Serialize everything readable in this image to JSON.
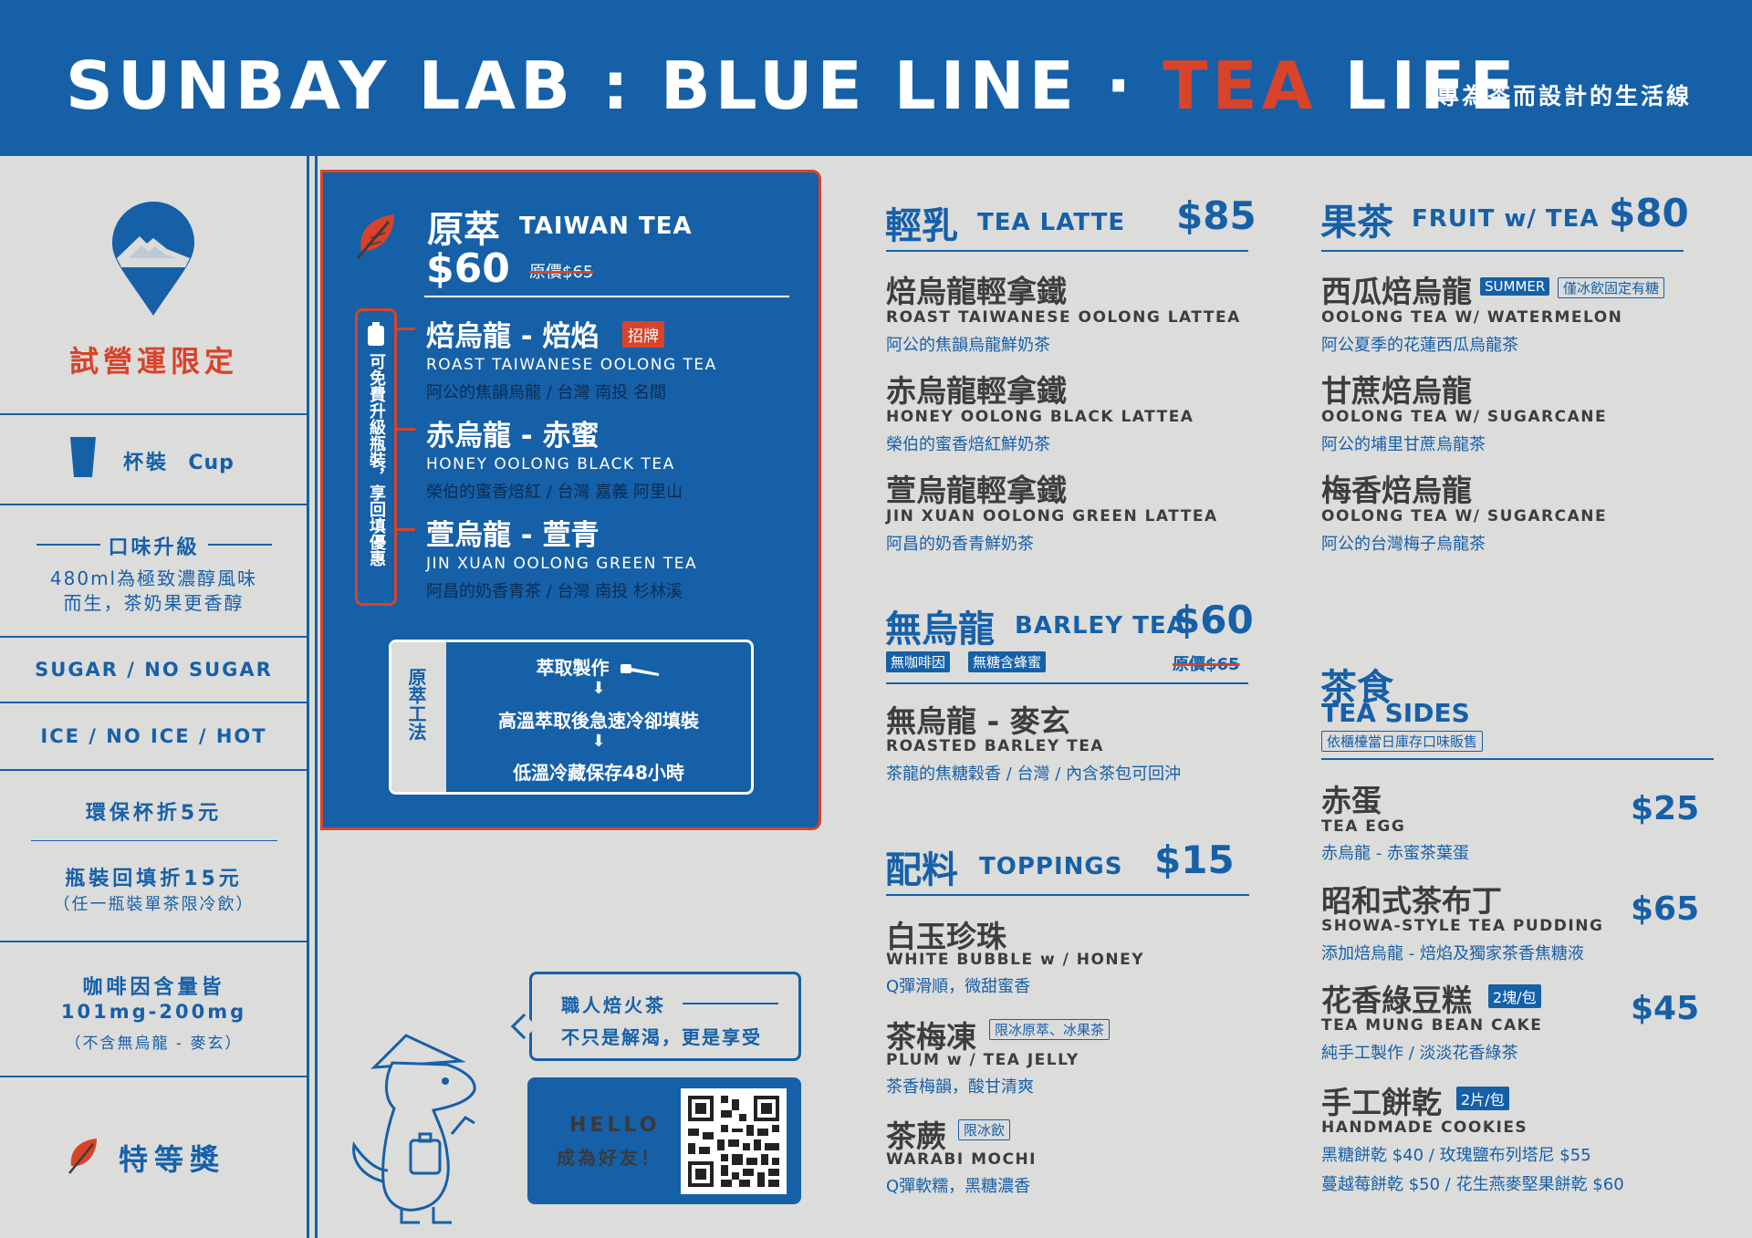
{
  "header": {
    "title_a": "SUNBAY LAB : BLUE LINE · ",
    "title_accent": "TEA",
    "title_b": " LIFE",
    "tagline": "專為茶而設計的生活線"
  },
  "sidebar": {
    "limited": "試營運限定",
    "cup_label": "杯裝",
    "cup_en": "Cup",
    "upgrade_title": "口味升級",
    "upgrade_desc1": "480ml為極致濃醇風味",
    "upgrade_desc2": "而生，茶奶果更香醇",
    "sugar": "SUGAR / NO SUGAR",
    "ice": "ICE / NO ICE / HOT",
    "eco_cup": "環保杯折5元",
    "bottle_refill": "瓶裝回填折15元",
    "bottle_note": "（任一瓶裝單茶限冷飲）",
    "caffeine_title": "咖啡因含量皆",
    "caffeine_value": "101mg-200mg",
    "caffeine_note": "（不含無烏龍 - 麥玄）",
    "award": "特等獎"
  },
  "taiwan_tea": {
    "title_zh": "原萃",
    "title_en": "TAIWAN TEA",
    "price": "$60",
    "orig_price": "原價$65",
    "bottle_note": "可免費升級瓶裝，享回填優惠",
    "badge": "招牌",
    "items": [
      {
        "zh": "焙烏龍 - 焙焰",
        "en": "ROAST TAIWANESE OOLONG TEA",
        "desc": "阿公的焦韻烏龍 / 台灣 南投 名間"
      },
      {
        "zh": "赤烏龍 - 赤蜜",
        "en": "HONEY OOLONG BLACK TEA",
        "desc": "榮伯的蜜香焙紅 / 台灣 嘉義 阿里山"
      },
      {
        "zh": "萱烏龍 - 萱青",
        "en": "JIN XUAN OOLONG GREEN TEA",
        "desc": "阿昌的奶香青茶 / 台灣 南投 杉林溪"
      }
    ],
    "method_label": "原萃工法",
    "method_step1": "萃取製作",
    "method_step2": "高溫萃取後急速冷卻填裝",
    "method_step3": "低溫冷藏保存48小時",
    "arrow": "⬇"
  },
  "mascot": {
    "bubble1": "職人焙火茶",
    "bubble2": "不只是解渴，更是享受",
    "hello": "HELLO",
    "friend": "成為好友！"
  },
  "tea_latte": {
    "title_zh": "輕乳",
    "title_en": "TEA LATTE",
    "price": "$85",
    "items": [
      {
        "zh": "焙烏龍輕拿鐵",
        "en": "ROAST TAIWANESE OOLONG LATTEA",
        "desc": "阿公的焦韻烏龍鮮奶茶"
      },
      {
        "zh": "赤烏龍輕拿鐵",
        "en": "HONEY OOLONG BLACK LATTEA",
        "desc": "榮伯的蜜香焙紅鮮奶茶"
      },
      {
        "zh": "萱烏龍輕拿鐵",
        "en": "JIN XUAN OOLONG GREEN LATTEA",
        "desc": "阿昌的奶香青鮮奶茶"
      }
    ]
  },
  "barley": {
    "title_zh": "無烏龍",
    "title_en": "BARLEY TEA",
    "price": "$60",
    "tag1": "無咖啡因",
    "tag2": "無糖含蜂蜜",
    "orig_price": "原價$65",
    "item_zh": "無烏龍 - 麥玄",
    "item_en": "ROASTED BARLEY TEA",
    "item_desc": "茶龍的焦糖穀香 / 台灣 / 內含茶包可回沖"
  },
  "toppings": {
    "title_zh": "配料",
    "title_en": "TOPPINGS",
    "price": "$15",
    "items": [
      {
        "zh": "白玉珍珠",
        "tag": "",
        "en": "WHITE BUBBLE w / HONEY",
        "desc": "Q彈滑順，微甜蜜香"
      },
      {
        "zh": "茶梅凍",
        "tag": "限冰原萃、冰果茶",
        "en": "PLUM w / TEA JELLY",
        "desc": "茶香梅韻，酸甘清爽"
      },
      {
        "zh": "茶蕨",
        "tag": "限冰飲",
        "en": "WARABI MOCHI",
        "desc": "Q彈軟糯，黑糖濃香"
      }
    ]
  },
  "fruit_tea": {
    "title_zh": "果茶",
    "title_en": "FRUIT w/ TEA",
    "price": "$80",
    "summer": "SUMMER",
    "fixed_sugar": "僅冰飲固定有糖",
    "items": [
      {
        "zh": "西瓜焙烏龍",
        "en": "OOLONG TEA W/ WATERMELON",
        "desc": "阿公夏季的花蓮西瓜烏龍茶"
      },
      {
        "zh": "甘蔗焙烏龍",
        "en": "OOLONG TEA W/ SUGARCANE",
        "desc": "阿公的埔里甘蔗烏龍茶"
      },
      {
        "zh": "梅香焙烏龍",
        "en": "OOLONG TEA W/ SUGARCANE",
        "desc": "阿公的台灣梅子烏龍茶"
      }
    ]
  },
  "tea_sides": {
    "title_zh": "茶食",
    "title_en": "TEA SIDES",
    "note": "依櫃檯當日庫存口味販售",
    "items": [
      {
        "zh": "赤蛋",
        "tag": "",
        "en": "TEA EGG",
        "desc": "赤烏龍 - 赤蜜茶葉蛋",
        "price": "$25"
      },
      {
        "zh": "昭和式茶布丁",
        "tag": "",
        "en": "SHOWA-STYLE TEA PUDDING",
        "desc": "添加焙烏龍 - 焙焰及獨家茶香焦糖液",
        "price": "$65"
      },
      {
        "zh": "花香綠豆糕",
        "tag": "2塊/包",
        "en": "TEA MUNG BEAN CAKE",
        "desc": "純手工製作 / 淡淡花香綠茶",
        "price": "$45"
      },
      {
        "zh": "手工餅乾",
        "tag": "2片/包",
        "en": "HANDMADE COOKIES",
        "desc": "黑糖餅乾 $40 / 玫瑰鹽布列塔尼 $55",
        "price": ""
      }
    ],
    "cookies_desc2": "蔓越莓餅乾 $50 / 花生燕麥堅果餅乾 $60"
  },
  "colors": {
    "brand_blue": "#1660a8",
    "accent_red": "#d8432a",
    "background": "#dcdcdb"
  }
}
